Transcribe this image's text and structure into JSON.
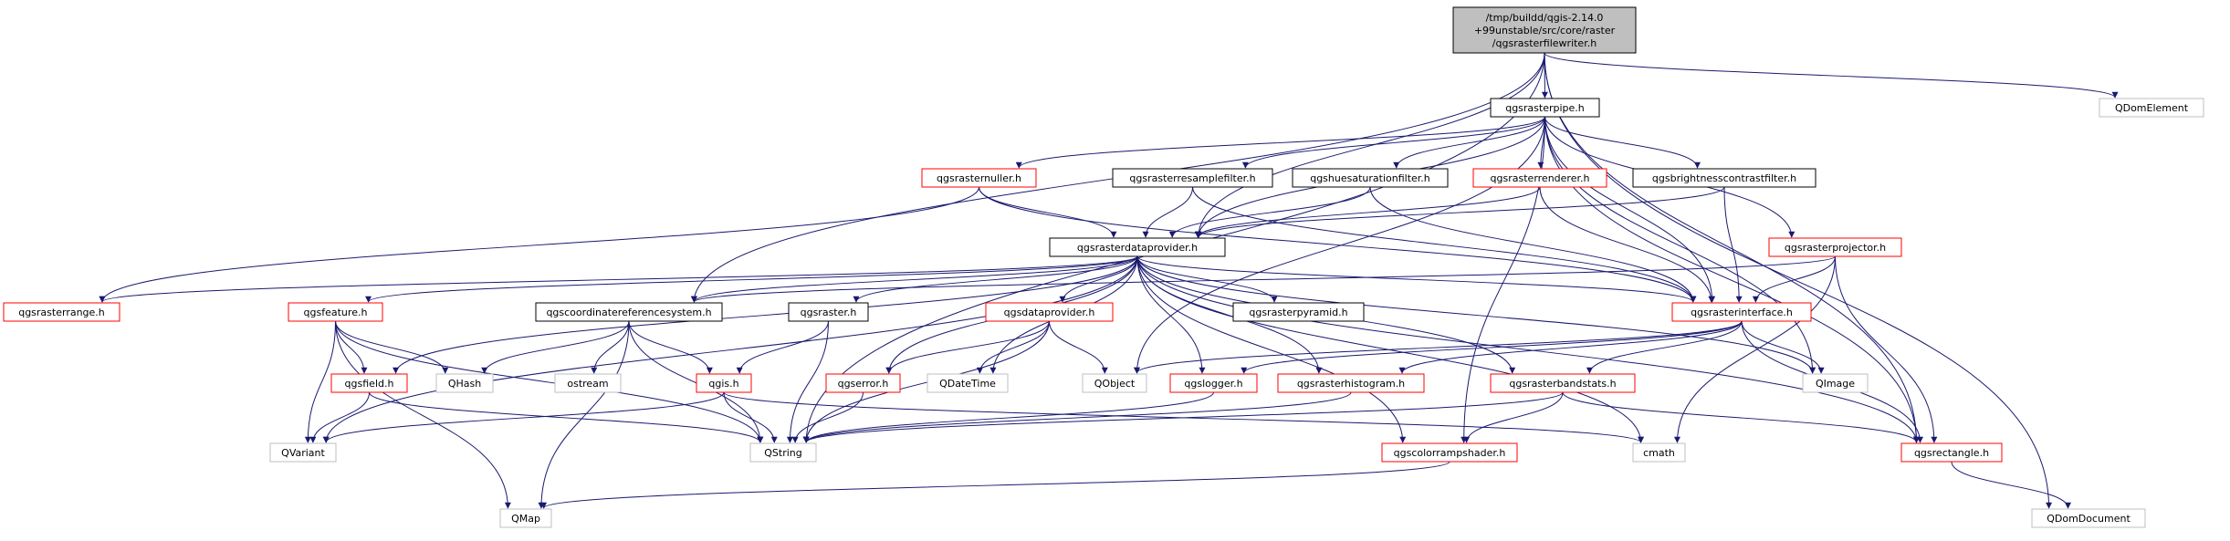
{
  "nodes": [
    {
      "id": "root",
      "lines": [
        "/tmp/buildd/qgis-2.14.0",
        "+99unstable/src/core/raster",
        "/qgsrasterfilewriter.h"
      ],
      "kind": "root"
    },
    {
      "id": "pipe",
      "lines": [
        "qgsrasterpipe.h"
      ],
      "kind": "black"
    },
    {
      "id": "qdomelement",
      "lines": [
        "QDomElement"
      ],
      "kind": "gray"
    },
    {
      "id": "nuller",
      "lines": [
        "qgsrasternuller.h"
      ],
      "kind": "red"
    },
    {
      "id": "resample",
      "lines": [
        "qgsrasterresamplefilter.h"
      ],
      "kind": "black"
    },
    {
      "id": "huesat",
      "lines": [
        "qgshuesaturationfilter.h"
      ],
      "kind": "black"
    },
    {
      "id": "renderer",
      "lines": [
        "qgsrasterrenderer.h"
      ],
      "kind": "red"
    },
    {
      "id": "brightness",
      "lines": [
        "qgsbrightnesscontrastfilter.h"
      ],
      "kind": "black"
    },
    {
      "id": "dataprovider",
      "lines": [
        "qgsrasterdataprovider.h"
      ],
      "kind": "black"
    },
    {
      "id": "projector",
      "lines": [
        "qgsrasterprojector.h"
      ],
      "kind": "red"
    },
    {
      "id": "range",
      "lines": [
        "qgsrasterrange.h"
      ],
      "kind": "red"
    },
    {
      "id": "feature",
      "lines": [
        "qgsfeature.h"
      ],
      "kind": "red"
    },
    {
      "id": "crs",
      "lines": [
        "qgscoordinatereferencesystem.h"
      ],
      "kind": "black"
    },
    {
      "id": "raster",
      "lines": [
        "qgsraster.h"
      ],
      "kind": "black"
    },
    {
      "id": "qgsdataprovider",
      "lines": [
        "qgsdataprovider.h"
      ],
      "kind": "red"
    },
    {
      "id": "pyramid",
      "lines": [
        "qgsrasterpyramid.h"
      ],
      "kind": "black"
    },
    {
      "id": "interface",
      "lines": [
        "qgsrasterinterface.h"
      ],
      "kind": "red"
    },
    {
      "id": "field",
      "lines": [
        "qgsfield.h"
      ],
      "kind": "red"
    },
    {
      "id": "qhash",
      "lines": [
        "QHash"
      ],
      "kind": "gray"
    },
    {
      "id": "ostream",
      "lines": [
        "ostream"
      ],
      "kind": "gray"
    },
    {
      "id": "qgis",
      "lines": [
        "qgis.h"
      ],
      "kind": "red"
    },
    {
      "id": "qgserror",
      "lines": [
        "qgserror.h"
      ],
      "kind": "red"
    },
    {
      "id": "qdatetime",
      "lines": [
        "QDateTime"
      ],
      "kind": "gray"
    },
    {
      "id": "qobject",
      "lines": [
        "QObject"
      ],
      "kind": "gray"
    },
    {
      "id": "logger",
      "lines": [
        "qgslogger.h"
      ],
      "kind": "red"
    },
    {
      "id": "histogram",
      "lines": [
        "qgsrasterhistogram.h"
      ],
      "kind": "red"
    },
    {
      "id": "bandstats",
      "lines": [
        "qgsrasterbandstats.h"
      ],
      "kind": "red"
    },
    {
      "id": "qimage",
      "lines": [
        "QImage"
      ],
      "kind": "gray"
    },
    {
      "id": "qvariant",
      "lines": [
        "QVariant"
      ],
      "kind": "gray"
    },
    {
      "id": "qstring",
      "lines": [
        "QString"
      ],
      "kind": "gray"
    },
    {
      "id": "cmath",
      "lines": [
        "cmath"
      ],
      "kind": "gray"
    },
    {
      "id": "rampshader",
      "lines": [
        "qgscolorrampshader.h"
      ],
      "kind": "red"
    },
    {
      "id": "rectangle",
      "lines": [
        "qgsrectangle.h"
      ],
      "kind": "red"
    },
    {
      "id": "qmap",
      "lines": [
        "QMap"
      ],
      "kind": "gray"
    },
    {
      "id": "qdomdocument",
      "lines": [
        "QDomDocument"
      ],
      "kind": "gray"
    }
  ],
  "edges": [
    [
      "root",
      "pipe"
    ],
    [
      "root",
      "qdomelement"
    ],
    [
      "root",
      "qstring"
    ],
    [
      "root",
      "crs"
    ],
    [
      "root",
      "dataprovider"
    ],
    [
      "root",
      "rectangle"
    ],
    [
      "root",
      "qdomdocument"
    ],
    [
      "pipe",
      "nuller"
    ],
    [
      "pipe",
      "resample"
    ],
    [
      "pipe",
      "huesat"
    ],
    [
      "pipe",
      "renderer"
    ],
    [
      "pipe",
      "brightness"
    ],
    [
      "pipe",
      "dataprovider"
    ],
    [
      "pipe",
      "projector"
    ],
    [
      "pipe",
      "interface"
    ],
    [
      "pipe",
      "qobject"
    ],
    [
      "pipe",
      "qimage"
    ],
    [
      "pipe",
      "rectangle"
    ],
    [
      "pipe",
      "rampshader"
    ],
    [
      "nuller",
      "dataprovider"
    ],
    [
      "nuller",
      "range"
    ],
    [
      "nuller",
      "interface"
    ],
    [
      "resample",
      "dataprovider"
    ],
    [
      "resample",
      "interface"
    ],
    [
      "huesat",
      "dataprovider"
    ],
    [
      "huesat",
      "interface"
    ],
    [
      "renderer",
      "dataprovider"
    ],
    [
      "renderer",
      "interface"
    ],
    [
      "brightness",
      "dataprovider"
    ],
    [
      "brightness",
      "interface"
    ],
    [
      "projector",
      "interface"
    ],
    [
      "projector",
      "rectangle"
    ],
    [
      "projector",
      "cmath"
    ],
    [
      "projector",
      "crs"
    ],
    [
      "dataprovider",
      "range"
    ],
    [
      "dataprovider",
      "feature"
    ],
    [
      "dataprovider",
      "crs"
    ],
    [
      "dataprovider",
      "raster"
    ],
    [
      "dataprovider",
      "qgsdataprovider"
    ],
    [
      "dataprovider",
      "pyramid"
    ],
    [
      "dataprovider",
      "interface"
    ],
    [
      "dataprovider",
      "field"
    ],
    [
      "dataprovider",
      "qvariant"
    ],
    [
      "dataprovider",
      "qgserror"
    ],
    [
      "dataprovider",
      "qdatetime"
    ],
    [
      "dataprovider",
      "logger"
    ],
    [
      "dataprovider",
      "histogram"
    ],
    [
      "dataprovider",
      "bandstats"
    ],
    [
      "dataprovider",
      "qimage"
    ],
    [
      "dataprovider",
      "cmath"
    ],
    [
      "dataprovider",
      "rampshader"
    ],
    [
      "dataprovider",
      "rectangle"
    ],
    [
      "feature",
      "field"
    ],
    [
      "feature",
      "qhash"
    ],
    [
      "feature",
      "qvariant"
    ],
    [
      "feature",
      "qstring"
    ],
    [
      "feature",
      "qmap"
    ],
    [
      "crs",
      "qhash"
    ],
    [
      "crs",
      "ostream"
    ],
    [
      "crs",
      "qgis"
    ],
    [
      "crs",
      "qstring"
    ],
    [
      "crs",
      "qmap"
    ],
    [
      "raster",
      "qgis"
    ],
    [
      "raster",
      "qstring"
    ],
    [
      "qgsdataprovider",
      "qgserror"
    ],
    [
      "qgsdataprovider",
      "qdatetime"
    ],
    [
      "qgsdataprovider",
      "qobject"
    ],
    [
      "qgsdataprovider",
      "qstring"
    ],
    [
      "interface",
      "qobject"
    ],
    [
      "interface",
      "logger"
    ],
    [
      "interface",
      "histogram"
    ],
    [
      "interface",
      "bandstats"
    ],
    [
      "interface",
      "qimage"
    ],
    [
      "interface",
      "rectangle"
    ],
    [
      "field",
      "qvariant"
    ],
    [
      "field",
      "qstring"
    ],
    [
      "qgis",
      "qvariant"
    ],
    [
      "qgis",
      "qstring"
    ],
    [
      "qgis",
      "cmath"
    ],
    [
      "qgserror",
      "qstring"
    ],
    [
      "logger",
      "qstring"
    ],
    [
      "histogram",
      "qstring"
    ],
    [
      "bandstats",
      "qstring"
    ],
    [
      "bandstats",
      "rampshader"
    ],
    [
      "bandstats",
      "rectangle"
    ],
    [
      "rampshader",
      "qmap"
    ],
    [
      "rectangle",
      "qdomdocument"
    ]
  ],
  "colors": {
    "edge": "#191970",
    "red": "#ff0000",
    "black": "#000000",
    "gray": "#bfbfbf",
    "rootFill": "#bfbfbf",
    "text": "#000000"
  }
}
